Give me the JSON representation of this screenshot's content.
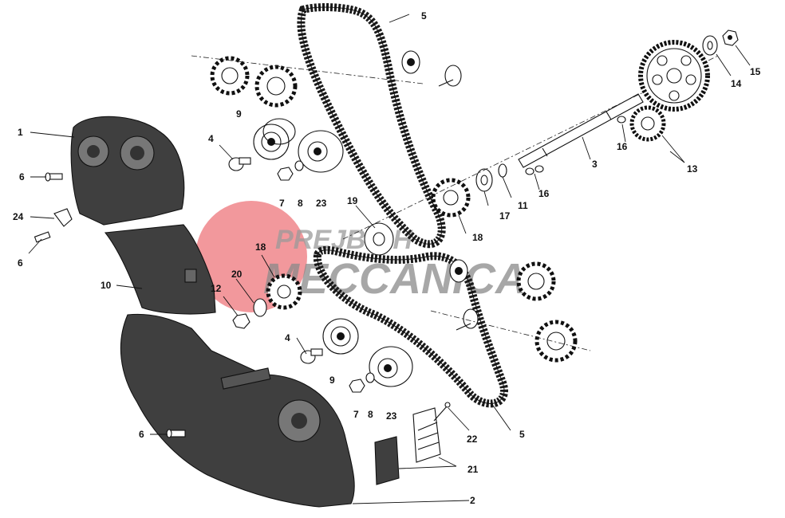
{
  "watermark": {
    "line1": "PREJBICH",
    "line2": "MECCANICA",
    "colors": {
      "circle": "#e8444a",
      "text": "#8a8a8a"
    }
  },
  "callouts": {
    "c1": "1",
    "c2": "2",
    "c3": "3",
    "c4a": "4",
    "c4b": "4",
    "c5a": "5",
    "c5b": "5",
    "c6a": "6",
    "c6b": "6",
    "c6c": "6",
    "c7a": "7",
    "c7b": "7",
    "c8a": "8",
    "c8b": "8",
    "c9a": "9",
    "c9b": "9",
    "c10": "10",
    "c11": "11",
    "c12": "12",
    "c13": "13",
    "c14": "14",
    "c15": "15",
    "c16a": "16",
    "c16b": "16",
    "c17": "17",
    "c18a": "18",
    "c18b": "18",
    "c19": "19",
    "c20": "20",
    "c21": "21",
    "c22": "22",
    "c23a": "23",
    "c23b": "23",
    "c24": "24"
  },
  "colors": {
    "cover": "#3f3f3f",
    "cover_light": "#5a5a5a",
    "ink": "#111111",
    "belt": "#1a1a1a"
  }
}
